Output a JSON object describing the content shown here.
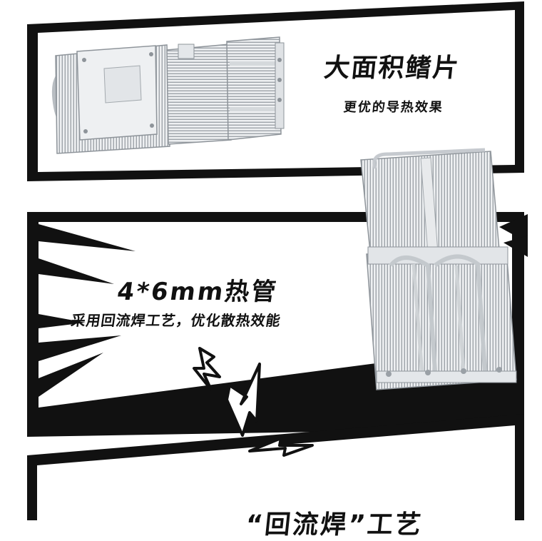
{
  "panel1": {
    "title": "大面积鳍片",
    "subtitle": "更优的导热效果"
  },
  "panel2": {
    "title": "4*6mm热管",
    "subtitle": "采用回流焊工艺，优化散热效能"
  },
  "panel3": {
    "title": "“回流焊”工艺"
  },
  "colors": {
    "ink": "#111111",
    "paper": "#ffffff",
    "metal_light": "#eceef0",
    "metal_mid": "#c7cbcf",
    "metal_dark": "#8e949a"
  },
  "icons": [
    "lightning-bolt-icon",
    "lightning-bolt-icon",
    "arrow-bolt-icon"
  ]
}
